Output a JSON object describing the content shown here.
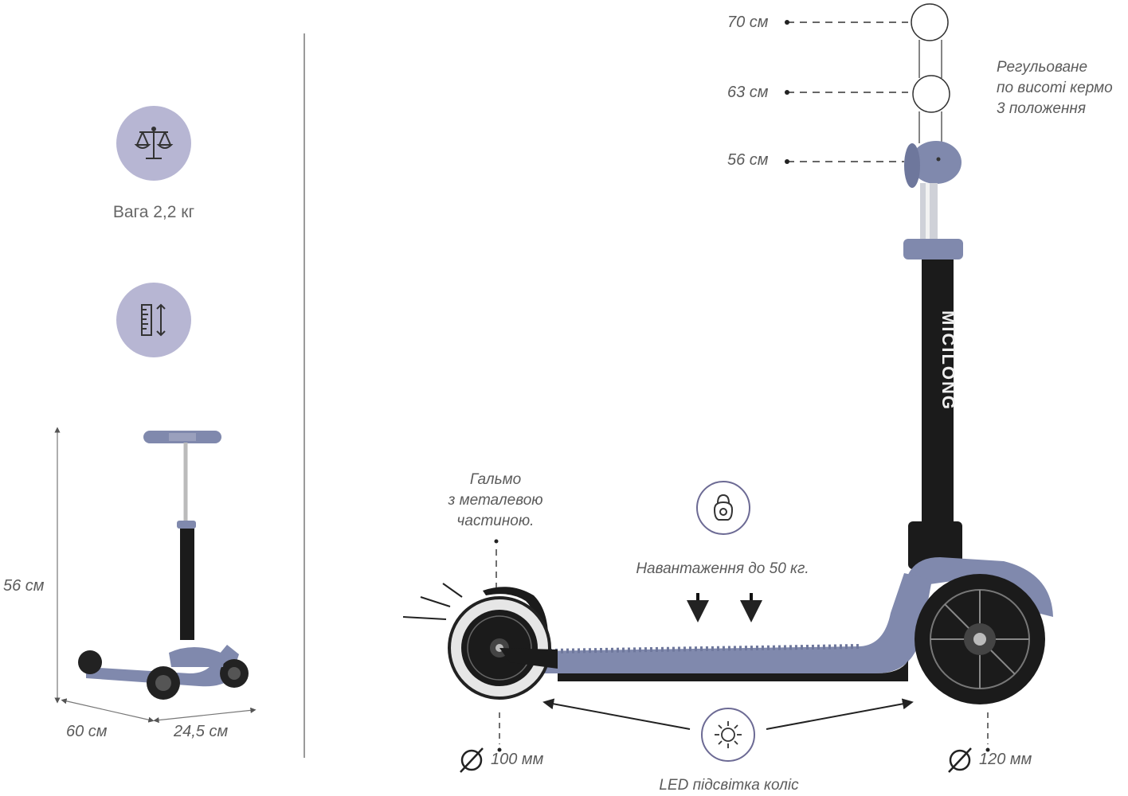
{
  "left_panel": {
    "weight_label": "Вага 2,2 кг",
    "height_dim": "56 см",
    "length_dim": "60 см",
    "width_dim": "24,5 см"
  },
  "handlebar": {
    "heights": [
      "70 см",
      "63 см",
      "56 см"
    ],
    "note_lines": [
      "Регульоване",
      "по висоті кермо",
      "3 положення"
    ]
  },
  "brake": {
    "note_lines": [
      "Гальмо",
      "з металевою",
      "частиною."
    ]
  },
  "load": {
    "label": "Навантаження до 50 кг."
  },
  "wheels": {
    "front_diameter": "100 мм",
    "rear_diameter": "120 мм",
    "led_label": "LED підсвітка коліс"
  },
  "brand": "MICILONG",
  "colors": {
    "accent": "#b7b6d3",
    "deck": "#8089ad",
    "frame": "#1b1b1b",
    "outline": "#6c6a94"
  }
}
